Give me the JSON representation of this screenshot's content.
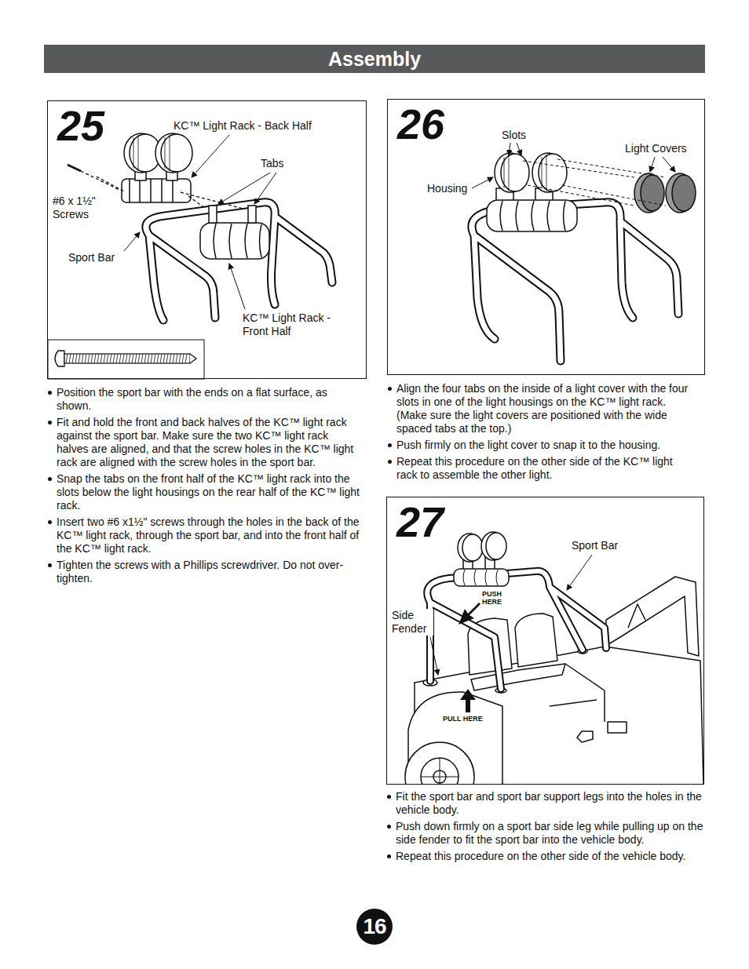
{
  "diagram": {
    "title": "Assembly",
    "nodes": [
      {
        "text": [
          "25"
        ]
      },
      {
        "text": [
          "26"
        ]
      },
      {
        "text": [
          "27"
        ]
      },
      {
        "text": [
          "16"
        ]
      }
    ],
    "labels": [
      "KC™ Light Rack - Back Half",
      "Tabs",
      "#6 x 1½\" Screws",
      "Sport Bar",
      "KC™ Light Rack - Front Half",
      "Slots",
      "Light Covers",
      "Housing",
      "Sport Bar",
      "PUSH HERE",
      "Side Fender",
      "PULL HERE",
      "Position the sport bar with the ends on a flat surface, as shown.",
      "Fit and hold the front and back halves of the KC™ light rack against the sport bar. Make sure the two KC™ light rack halves are aligned, and that the screw holes in the KC™ light rack are aligned with the screw holes in the sport bar.",
      "Snap the tabs on the front half of the KC™ light rack into the slots below the light housings on the rear half of the KC™ light rack.",
      "Insert two #6 x1½\" screws through the holes in the back of the KC™ light rack, through the sport bar, and into the front half of the KC™ light rack.",
      "Tighten the screws with a Phillips screwdriver. Do not over-tighten.",
      "Align the four tabs on the inside of a light cover with the four slots in one of the light housings on the KC™ light rack. (Make sure the light covers are positioned with the wide spaced tabs at the top.)",
      "Push firmly on the light cover to snap it to the housing.",
      "Repeat this procedure on the other side of the KC™ light rack to assemble the other light.",
      "Fit the sport bar and sport bar support legs into the holes in the vehicle body.",
      "Push down firmly on a sport bar side leg while pulling up on the side fender to fit the sport bar into the vehicle body.",
      "Repeat this procedure on the other side of the vehicle body."
    ]
  }
}
